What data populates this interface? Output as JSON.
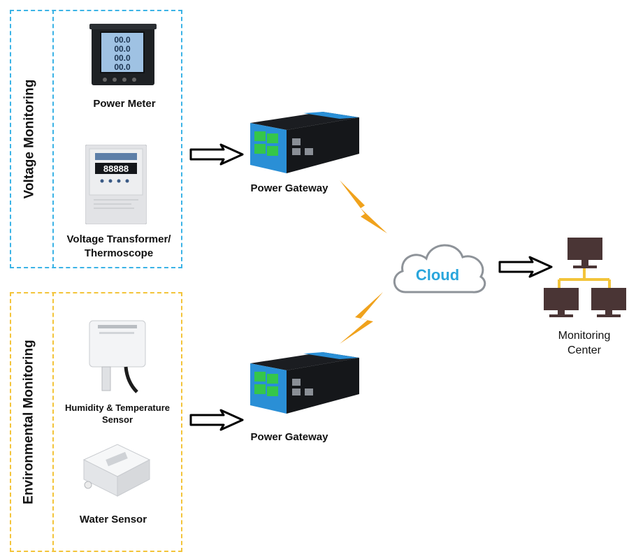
{
  "groups": {
    "voltage": {
      "title": "Voltage Monitoring",
      "color": "#3bb3e6"
    },
    "environmental": {
      "title": "Environmental Monitoring",
      "color": "#f3c43a"
    }
  },
  "devices": {
    "power_meter": {
      "label": "Power Meter",
      "display_digits": [
        "00.0",
        "00.0",
        "00.0",
        "00.0"
      ]
    },
    "voltage_transformer": {
      "label_line1": "Voltage Transformer/",
      "label_line2": "Thermoscope",
      "display_digits": "88888"
    },
    "humidity_sensor": {
      "label_line1": "Humidity & Temperature",
      "label_line2": "Sensor"
    },
    "water_sensor": {
      "label": "Water Sensor"
    }
  },
  "gateways": {
    "top": {
      "label": "Power Gateway"
    },
    "bottom": {
      "label": "Power Gateway"
    }
  },
  "cloud": {
    "label": "Cloud",
    "color": "#2aa6dc"
  },
  "monitoring_center": {
    "label_line1": "Monitoring",
    "label_line2": "Center",
    "node_color": "#4a3535",
    "link_color": "#f3c43a"
  },
  "lightning_color": "#f0a21c"
}
